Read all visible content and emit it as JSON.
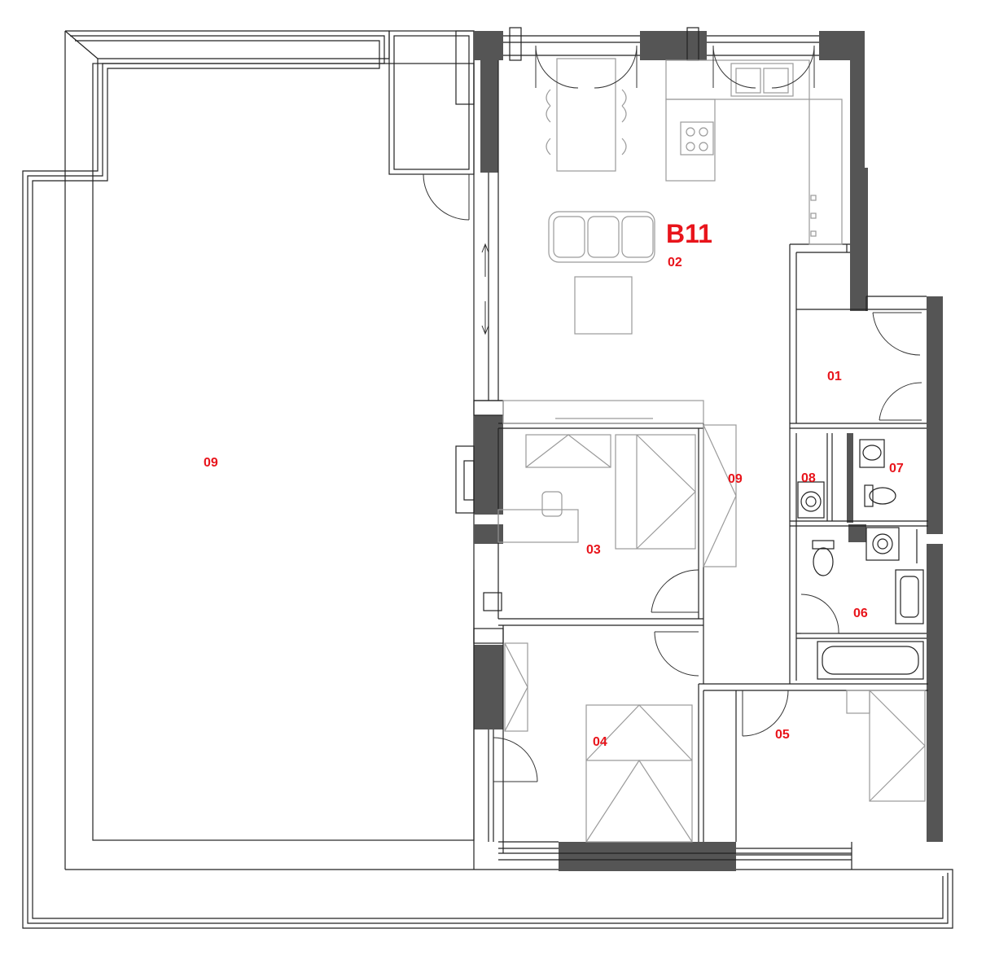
{
  "unit": {
    "label": "B11"
  },
  "rooms": {
    "r01": "01",
    "r02": "02",
    "r03": "03",
    "r04": "04",
    "r05": "05",
    "r06": "06",
    "r07": "07",
    "r08": "08",
    "r09_terrace": "09",
    "r09_corridor": "09"
  },
  "colors": {
    "label": "#e8141b",
    "wall": "#555555",
    "line": "#222222",
    "furniture": "#9a9a9a"
  }
}
